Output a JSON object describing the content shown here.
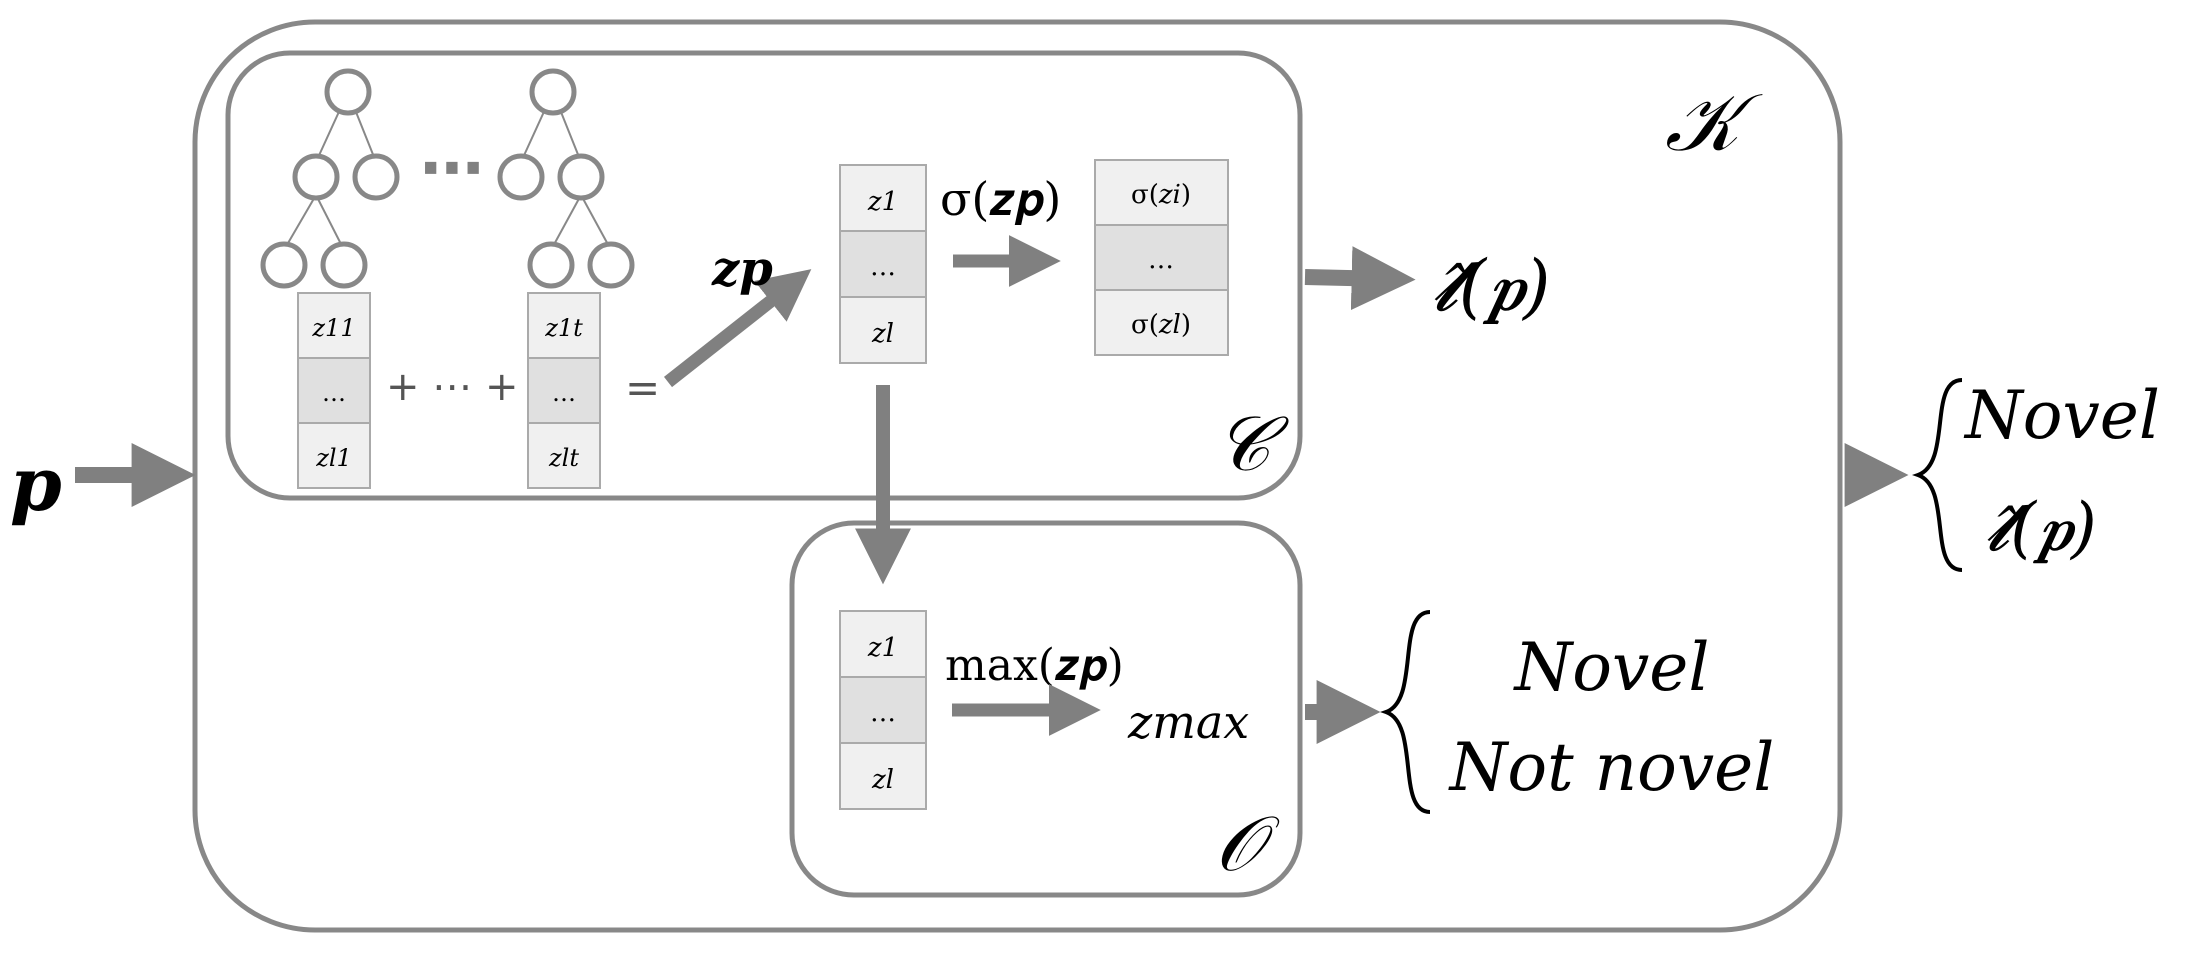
{
  "outer_label": "𝒦",
  "classifier_label": "𝒞",
  "novelty_label": "𝒪",
  "input_label": "𝒑",
  "zp_label": "𝒛𝒑",
  "sigma_label": "σ(𝒛𝒑)",
  "max_label": "max(𝒛𝒑)",
  "zmax_label": "𝑧𝑚𝑎𝑥",
  "ellipsis_trees": "⋯",
  "sum_sign": "+ ⋯ +",
  "equals_sign": "=",
  "output_c_label": "𝓵̂(𝒑)",
  "output_o_options": [
    "Novel",
    "Not novel"
  ],
  "output_k_options": [
    "Novel",
    "𝓵̂(𝒑)"
  ],
  "tree_vector_1": [
    "𝑧11",
    "…",
    "𝑧𝑙1"
  ],
  "tree_vector_t": [
    "𝑧1𝑡",
    "…",
    "𝑧𝑙𝑡"
  ],
  "zp_vector": [
    "𝑧1",
    "…",
    "𝑧𝑙"
  ],
  "sigma_vector": [
    "σ(𝑧𝑖)",
    "…",
    "σ(𝑧𝑙)"
  ],
  "zp_vector_o": [
    "𝑧1",
    "…",
    "𝑧𝑙"
  ],
  "colors": {
    "box_stroke": "#888888",
    "arrow": "#808080",
    "cell_light": "#f0f0f0",
    "cell_mid": "#e0e0e0",
    "cell_stroke": "#aaaaaa"
  }
}
